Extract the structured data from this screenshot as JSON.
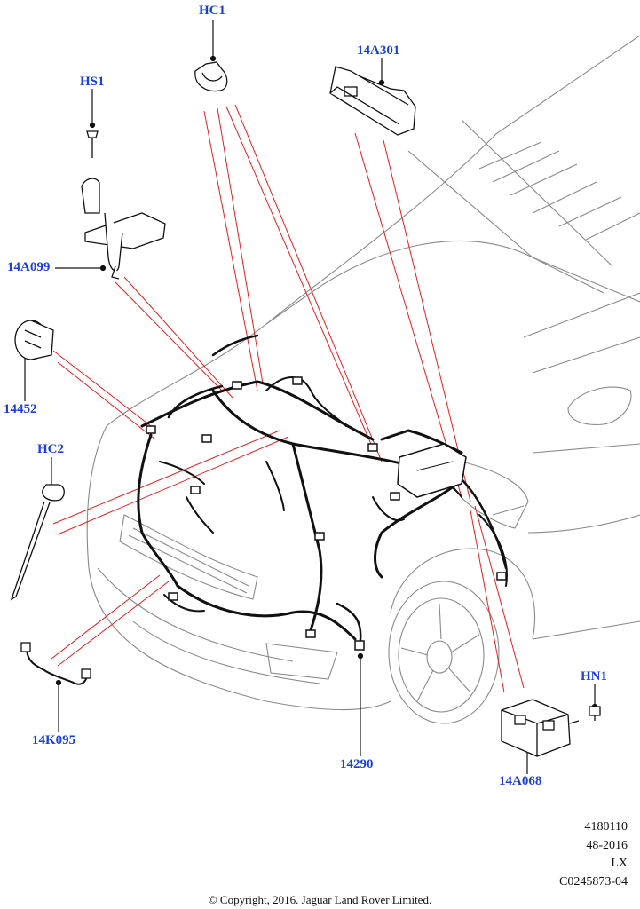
{
  "callouts": {
    "hc1": "HC1",
    "a301": "14A301",
    "hs1": "HS1",
    "a099": "14A099",
    "p14452": "14452",
    "hc2": "HC2",
    "k095": "14K095",
    "p14290": "14290",
    "hn1": "HN1",
    "a068": "14A068"
  },
  "reference": {
    "line1": "4180110",
    "line2": "48-2016",
    "line3": "LX",
    "line4": "C0245873-04"
  },
  "copyright": "© Copyright, 2016. Jaguar Land Rover Limited.",
  "colors": {
    "callout": "#1a3fe0",
    "leader": "#e02020",
    "outline": "#111111",
    "body_line": "#8a8a8a"
  }
}
